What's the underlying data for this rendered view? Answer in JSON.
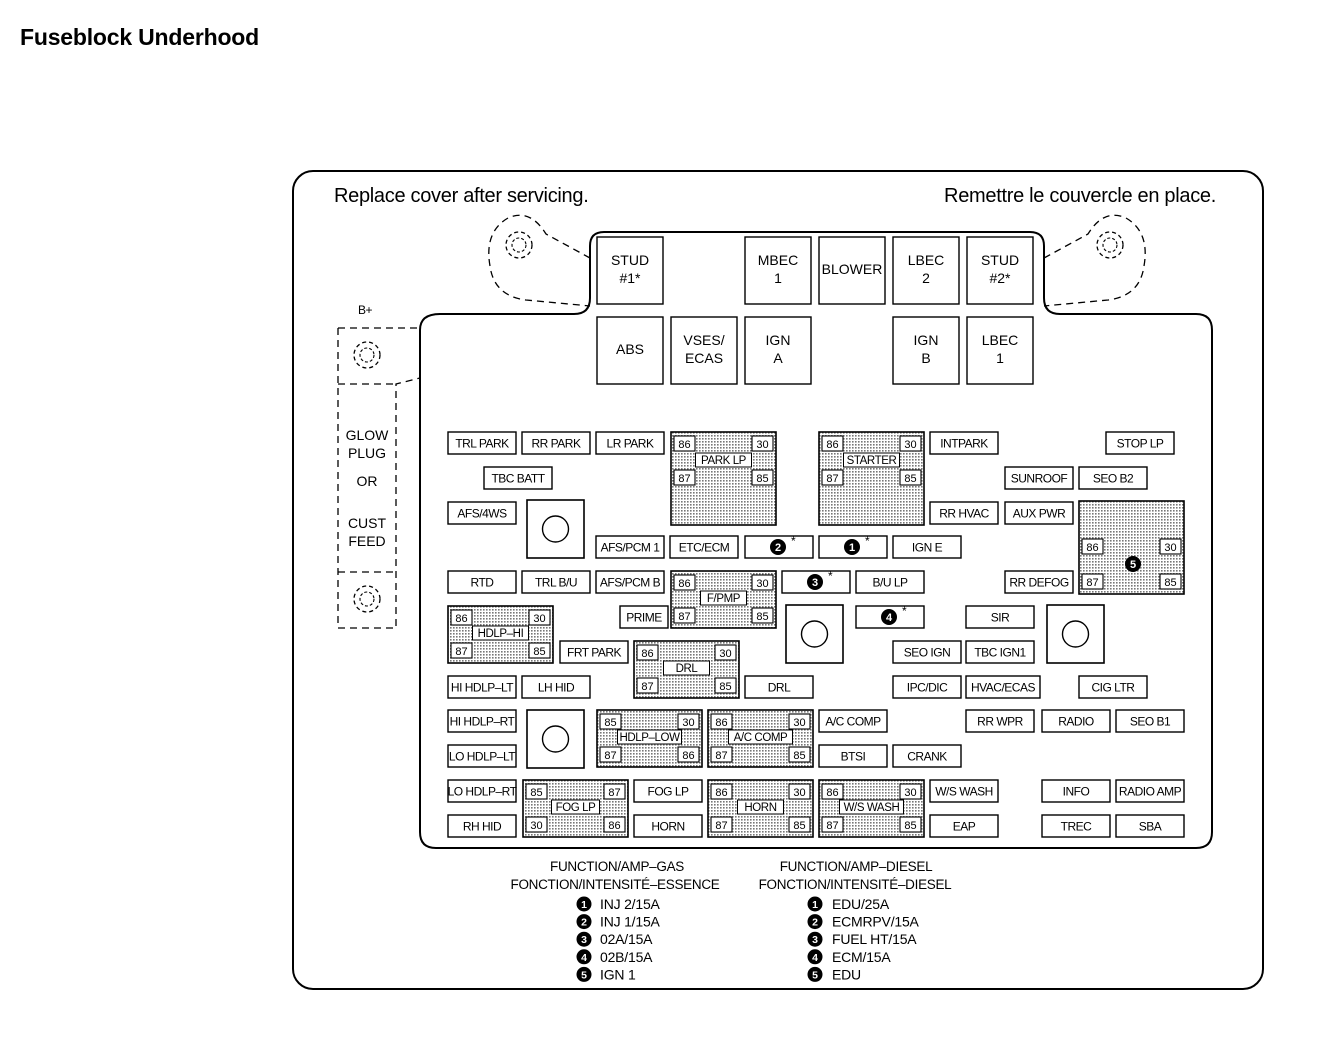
{
  "title": "Fuseblock Underhood",
  "cover_note_en": "Replace cover after servicing.",
  "cover_note_fr": "Remettre le couvercle en place.",
  "b_plus": "B+",
  "side_block": [
    "GLOW",
    "PLUG",
    "OR",
    "CUST",
    "FEED"
  ],
  "star": "*",
  "large_fuses": [
    {
      "id": "stud1",
      "lines": [
        "STUD",
        "#1*"
      ]
    },
    {
      "id": "mbec1",
      "lines": [
        "MBEC",
        "1"
      ]
    },
    {
      "id": "blower",
      "lines": [
        "BLOWER"
      ]
    },
    {
      "id": "lbec2",
      "lines": [
        "LBEC",
        "2"
      ]
    },
    {
      "id": "stud2",
      "lines": [
        "STUD",
        "#2*"
      ]
    },
    {
      "id": "abs",
      "lines": [
        "ABS"
      ]
    },
    {
      "id": "vses",
      "lines": [
        "VSES/",
        "ECAS"
      ]
    },
    {
      "id": "igna",
      "lines": [
        "IGN",
        "A"
      ]
    },
    {
      "id": "ignb",
      "lines": [
        "IGN",
        "B"
      ]
    },
    {
      "id": "lbec1",
      "lines": [
        "LBEC",
        "1"
      ]
    }
  ],
  "fuses": [
    "TRL PARK",
    "RR PARK",
    "LR PARK",
    "INTPARK",
    "STOP LP",
    "TBC BATT",
    "SUNROOF",
    "SEO B2",
    "AFS/4WS",
    "RR HVAC",
    "AUX PWR",
    "AFS/PCM 1",
    "ETC/ECM",
    "IGN E",
    "RTD",
    "TRL B/U",
    "AFS/PCM B",
    "B/U LP",
    "RR DEFOG",
    "PRIME",
    "SIR",
    "FRT PARK",
    "SEO IGN",
    "TBC IGN1",
    "HI HDLP–LT",
    "LH HID",
    "DRL",
    "IPC/DIC",
    "HVAC/ECAS",
    "CIG LTR",
    "HI HDLP–RT",
    "A/C COMP",
    "RR WPR",
    "RADIO",
    "SEO B1",
    "LO HDLP–LT",
    "BTSI",
    "CRANK",
    "LO HDLP–RT",
    "FOG LP",
    "W/S WASH",
    "INFO",
    "RADIO AMP",
    "RH HID",
    "HORN",
    "EAP",
    "TREC",
    "SBA"
  ],
  "relays": [
    {
      "name": "PARK LP",
      "pins": [
        "86",
        "30",
        "87",
        "85"
      ]
    },
    {
      "name": "STARTER",
      "pins": [
        "86",
        "30",
        "87",
        "85"
      ]
    },
    {
      "name": "F/PMP",
      "pins": [
        "86",
        "30",
        "87",
        "85"
      ]
    },
    {
      "name": "HDLP–HI",
      "pins": [
        "86",
        "30",
        "87",
        "85"
      ]
    },
    {
      "name": "DRL",
      "pins": [
        "86",
        "30",
        "87",
        "85"
      ]
    },
    {
      "name": "HDLP–LOW",
      "pins": [
        "85",
        "30",
        "87",
        "86"
      ]
    },
    {
      "name": "A/C COMP",
      "pins": [
        "86",
        "30",
        "87",
        "85"
      ]
    },
    {
      "name": "FOG LP",
      "pins": [
        "85",
        "87",
        "30",
        "86"
      ]
    },
    {
      "name": "HORN",
      "pins": [
        "86",
        "30",
        "87",
        "85"
      ]
    },
    {
      "name": "W/S WASH",
      "pins": [
        "86",
        "30",
        "87",
        "85"
      ]
    },
    {
      "name": "",
      "pins": [
        "86",
        "30",
        "87",
        "85"
      ]
    }
  ],
  "legend": {
    "gas_header": [
      "FUNCTION/AMP–GAS",
      "FONCTION/INTENSITÉ–ESSENCE"
    ],
    "diesel_header": [
      "FUNCTION/AMP–DIESEL",
      "FONCTION/INTENSITÉ–DIESEL"
    ],
    "gas": [
      {
        "num": "1",
        "text": "INJ 2/15A"
      },
      {
        "num": "2",
        "text": "INJ 1/15A"
      },
      {
        "num": "3",
        "text": "02A/15A"
      },
      {
        "num": "4",
        "text": "02B/15A"
      },
      {
        "num": "5",
        "text": "IGN 1"
      }
    ],
    "diesel": [
      {
        "num": "1",
        "text": "EDU/25A"
      },
      {
        "num": "2",
        "text": "ECMRPV/15A"
      },
      {
        "num": "3",
        "text": "FUEL HT/15A"
      },
      {
        "num": "4",
        "text": "ECM/15A"
      },
      {
        "num": "5",
        "text": "EDU"
      }
    ]
  },
  "colors": {
    "line": "#000000",
    "background": "#ffffff",
    "relay_fill": "#c8c8c8"
  }
}
